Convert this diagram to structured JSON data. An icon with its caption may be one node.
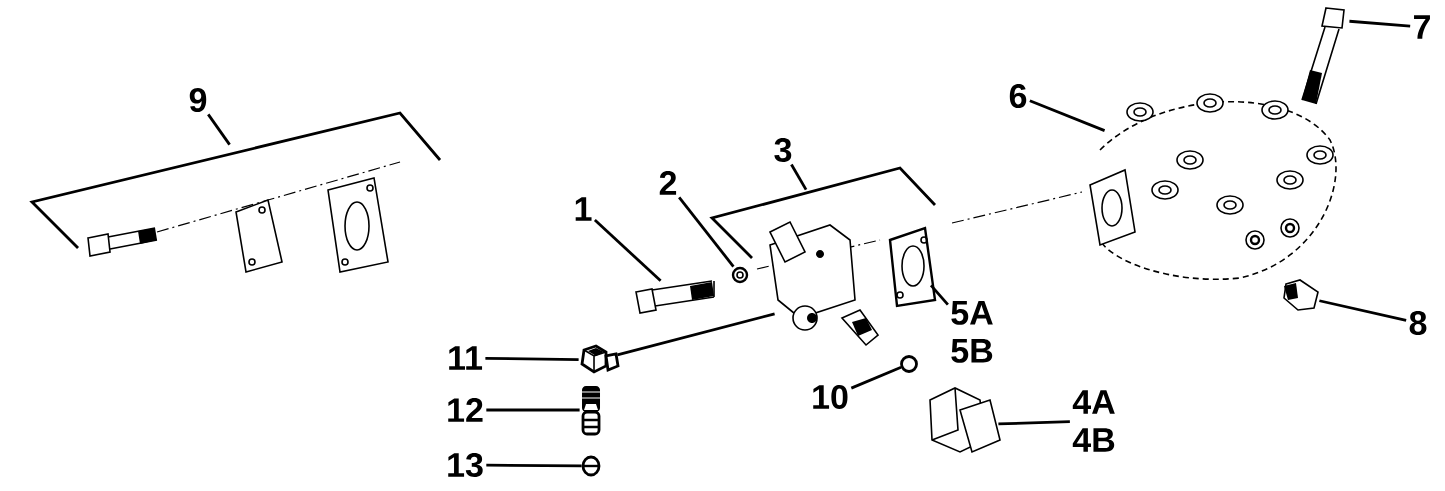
{
  "diagram": {
    "nodes": [
      {
        "text": [
          "9"
        ]
      },
      {
        "text": [],
        "shape": "picture"
      },
      {
        "text": [
          "1"
        ]
      },
      {
        "text": [],
        "shape": "picture"
      },
      {
        "text": [
          "2"
        ]
      },
      {
        "text": [],
        "shape": "picture"
      },
      {
        "text": [
          "3"
        ]
      },
      {
        "text": [],
        "shape": "picture"
      },
      {
        "text": [
          "6"
        ]
      },
      {
        "text": [],
        "shape": "picture"
      },
      {
        "text": [
          "7"
        ]
      },
      {
        "text": [],
        "shape": "picture"
      },
      {
        "text": [
          "5A",
          "5B"
        ]
      },
      {
        "text": [],
        "shape": "picture"
      },
      {
        "text": [
          "8"
        ]
      },
      {
        "text": [],
        "shape": "picture"
      },
      {
        "text": [
          "11"
        ]
      },
      {
        "text": [],
        "shape": "picture"
      },
      {
        "text": [
          "10"
        ]
      },
      {
        "text": [],
        "shape": "circle"
      },
      {
        "text": [
          "4A",
          "4B"
        ]
      },
      {
        "text": [],
        "shape": "picture"
      },
      {
        "text": [
          "12"
        ]
      },
      {
        "text": [],
        "shape": "picture"
      },
      {
        "text": [
          "13"
        ]
      },
      {
        "text": [],
        "shape": "picture"
      },
      {
        "text": [],
        "shape": "picture"
      }
    ],
    "edges": [
      {
        "from": 0,
        "to": 1,
        "arrow": "none"
      },
      {
        "from": 2,
        "to": 3,
        "arrow": "none"
      },
      {
        "from": 4,
        "to": 5,
        "arrow": "none"
      },
      {
        "from": 6,
        "to": 7,
        "arrow": "none"
      },
      {
        "from": 8,
        "to": 9,
        "arrow": "none"
      },
      {
        "from": 10,
        "to": 11,
        "arrow": "none"
      },
      {
        "from": 12,
        "to": 13,
        "arrow": "none"
      },
      {
        "from": 14,
        "to": 15,
        "arrow": "none"
      },
      {
        "from": 16,
        "to": 17,
        "arrow": "none"
      },
      {
        "from": 18,
        "to": 19,
        "arrow": "none"
      },
      {
        "from": 20,
        "to": 21,
        "arrow": "none"
      },
      {
        "from": 22,
        "to": 23,
        "arrow": "none"
      },
      {
        "from": 24,
        "to": 25,
        "arrow": "none"
      },
      {
        "from": 17,
        "to": 26,
        "arrow": "none"
      }
    ]
  }
}
